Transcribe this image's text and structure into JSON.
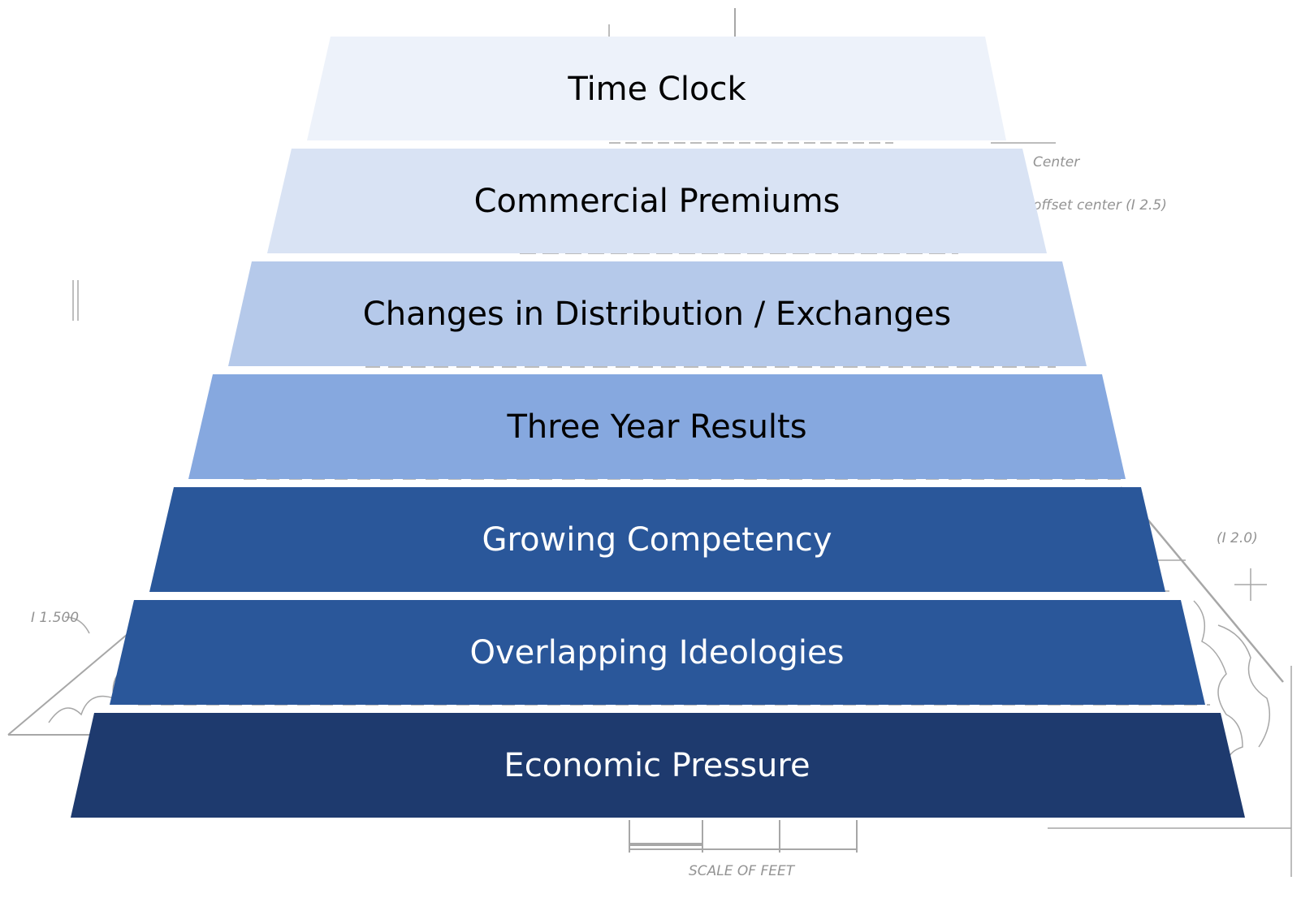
{
  "pyramid": {
    "tiers": [
      {
        "label": "Time Clock",
        "fill": "#edf2fa",
        "text_color": "#000000"
      },
      {
        "label": "Commercial Premiums",
        "fill": "#d9e3f4",
        "text_color": "#000000"
      },
      {
        "label": "Changes in Distribution / Exchanges",
        "fill": "#b5c9ea",
        "text_color": "#000000"
      },
      {
        "label": "Three Year Results",
        "fill": "#86a8df",
        "text_color": "#000000"
      },
      {
        "label": "Growing Competency",
        "fill": "#2a579a",
        "text_color": "#ffffff"
      },
      {
        "label": "Overlapping Ideologies",
        "fill": "#2a579a",
        "text_color": "#ffffff"
      },
      {
        "label": "Economic Pressure",
        "fill": "#1e3a6e",
        "text_color": "#ffffff"
      }
    ]
  },
  "background_drawing": {
    "annotations": [
      "Center",
      "offset center (I 2.5)",
      "(I 2.0)",
      "I 1.500",
      "SCALE OF FEET"
    ]
  }
}
